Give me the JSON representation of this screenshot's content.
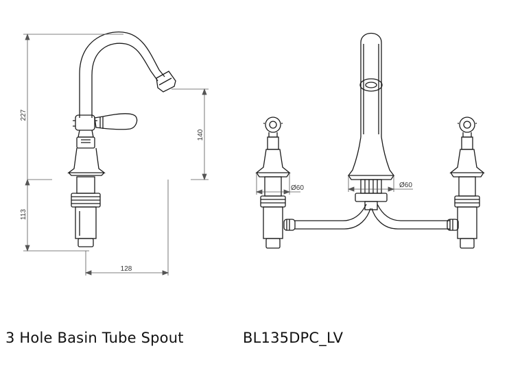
{
  "side_view": {
    "dims": {
      "overall_height": "227",
      "spout_height": "140",
      "below_deck": "113",
      "reach": "128"
    }
  },
  "front_view": {
    "dims": {
      "left_diameter": "Ø60",
      "center_diameter": "Ø60"
    }
  },
  "caption": {
    "title": "3 Hole Basin Tube Spout",
    "code": "BL135DPC_LV"
  },
  "colors": {
    "line": "#1a1a1a",
    "dimension": "#555555",
    "text": "#111111"
  }
}
